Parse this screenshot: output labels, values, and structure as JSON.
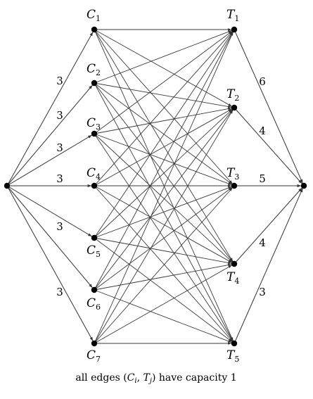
{
  "diagram": {
    "source": {
      "label": ""
    },
    "sink": {
      "label": ""
    },
    "left_nodes": [
      {
        "name": "C",
        "sub": "1"
      },
      {
        "name": "C",
        "sub": "2"
      },
      {
        "name": "C",
        "sub": "3"
      },
      {
        "name": "C",
        "sub": "4"
      },
      {
        "name": "C",
        "sub": "5"
      },
      {
        "name": "C",
        "sub": "6"
      },
      {
        "name": "C",
        "sub": "7"
      }
    ],
    "right_nodes": [
      {
        "name": "T",
        "sub": "1"
      },
      {
        "name": "T",
        "sub": "2"
      },
      {
        "name": "T",
        "sub": "3"
      },
      {
        "name": "T",
        "sub": "4"
      },
      {
        "name": "T",
        "sub": "5"
      }
    ],
    "source_capacities": [
      "3",
      "3",
      "3",
      "3",
      "3",
      "3",
      "3"
    ],
    "sink_capacities": [
      "6",
      "4",
      "5",
      "4",
      "3"
    ],
    "caption": {
      "prefix": "all edges (",
      "ci": "C",
      "ci_sub": "i",
      "comma": ", ",
      "tj": "T",
      "tj_sub": "j",
      "suffix": ") have capacity 1"
    }
  }
}
